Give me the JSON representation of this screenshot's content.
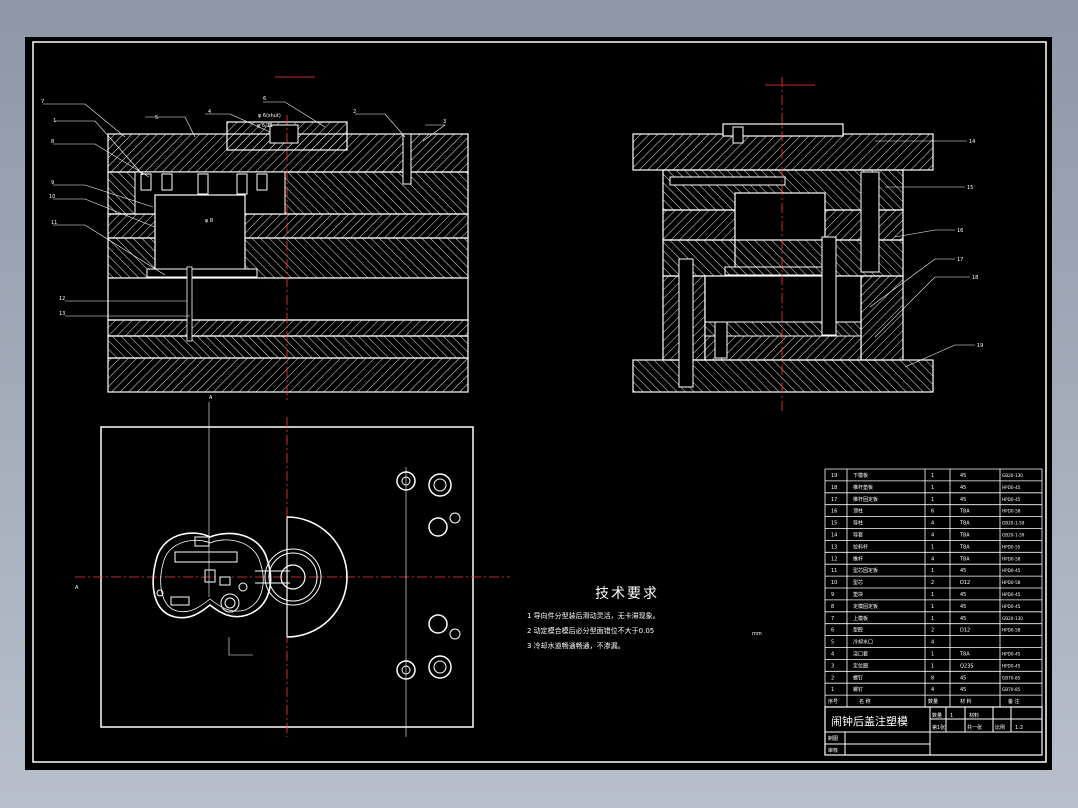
{
  "drawing": {
    "title": "闹钟后盖注塑模",
    "tech_title": "技术要求",
    "tech_notes": [
      "1  导向件分型装后滑动灵活，无卡滞现象。",
      "2  动定模合模后必分型面错位不大于0.05",
      "3  冷却水道畅通畅通，不渗漏。"
    ],
    "tech_unit": "mm",
    "section_label": "A"
  },
  "bom": {
    "rows": [
      {
        "no": "19",
        "name": "下模板",
        "qty": "1",
        "mat": "45",
        "std": "GB20-130"
      },
      {
        "no": "18",
        "name": "推杆垫板",
        "qty": "1",
        "mat": "45",
        "std": "HPD0-45"
      },
      {
        "no": "17",
        "name": "推杆固定板",
        "qty": "1",
        "mat": "45",
        "std": "HPD0-45"
      },
      {
        "no": "16",
        "name": "顶柱",
        "qty": "6",
        "mat": "T8A",
        "std": "HPD0-58"
      },
      {
        "no": "15",
        "name": "导柱",
        "qty": "4",
        "mat": "T8A",
        "std": "GB20-1-59"
      },
      {
        "no": "14",
        "name": "导套",
        "qty": "4",
        "mat": "T8A",
        "std": "GB20-1-59"
      },
      {
        "no": "13",
        "name": "拉料杆",
        "qty": "1",
        "mat": "T8A",
        "std": "HPD0-55"
      },
      {
        "no": "12",
        "name": "推杆",
        "qty": "4",
        "mat": "T8A",
        "std": "HPD0-58"
      },
      {
        "no": "11",
        "name": "型芯固定板",
        "qty": "1",
        "mat": "45",
        "std": "HPD0-45"
      },
      {
        "no": "10",
        "name": "型芯",
        "qty": "2",
        "mat": "D12",
        "std": "HPD0-58"
      },
      {
        "no": "9",
        "name": "垫块",
        "qty": "1",
        "mat": "45",
        "std": "HPD0-45"
      },
      {
        "no": "8",
        "name": "定模固定板",
        "qty": "1",
        "mat": "45",
        "std": "HPD0-45"
      },
      {
        "no": "7",
        "name": "上模板",
        "qty": "1",
        "mat": "45",
        "std": "GB20-130"
      },
      {
        "no": "6",
        "name": "型腔",
        "qty": "2",
        "mat": "D12",
        "std": "HPD0-58"
      },
      {
        "no": "5",
        "name": "冷却水口",
        "qty": "4",
        "mat": "",
        "std": ""
      },
      {
        "no": "4",
        "name": "浇口套",
        "qty": "1",
        "mat": "T8A",
        "std": "HPD0-45"
      },
      {
        "no": "3",
        "name": "定位圈",
        "qty": "1",
        "mat": "Q235",
        "std": "HPD0-45"
      },
      {
        "no": "2",
        "name": "螺钉",
        "qty": "8",
        "mat": "45",
        "std": "GB70-85"
      },
      {
        "no": "1",
        "name": "螺钉",
        "qty": "4",
        "mat": "45",
        "std": "GB70-85"
      }
    ],
    "header": {
      "no": "序号",
      "name": "名  称",
      "qty": "数量",
      "mat": "材    料",
      "std": "备  注"
    },
    "meta": {
      "weight_label": "数量",
      "weight_value": "1",
      "material_label": "材料",
      "scale_label": "比例",
      "scale_value": "1:2",
      "sheet_label": "共一张",
      "drawn_label": "制图",
      "checked_label": "审核",
      "ratio_label": "第1张"
    }
  },
  "colors": {
    "sheet": "#000000",
    "line": "#ffffff",
    "hatch": "#ffffff",
    "center": "#ff3b3b"
  },
  "labels": {
    "callouts_left": [
      "1",
      "2",
      "3",
      "4",
      "5",
      "6",
      "7",
      "8",
      "9",
      "10",
      "11",
      "12",
      "13"
    ],
    "callouts_right": [
      "14",
      "15",
      "16",
      "17",
      "18",
      "19"
    ],
    "dims": [
      "φ 6(shut)",
      "φ 6/11",
      "φ 8"
    ]
  }
}
